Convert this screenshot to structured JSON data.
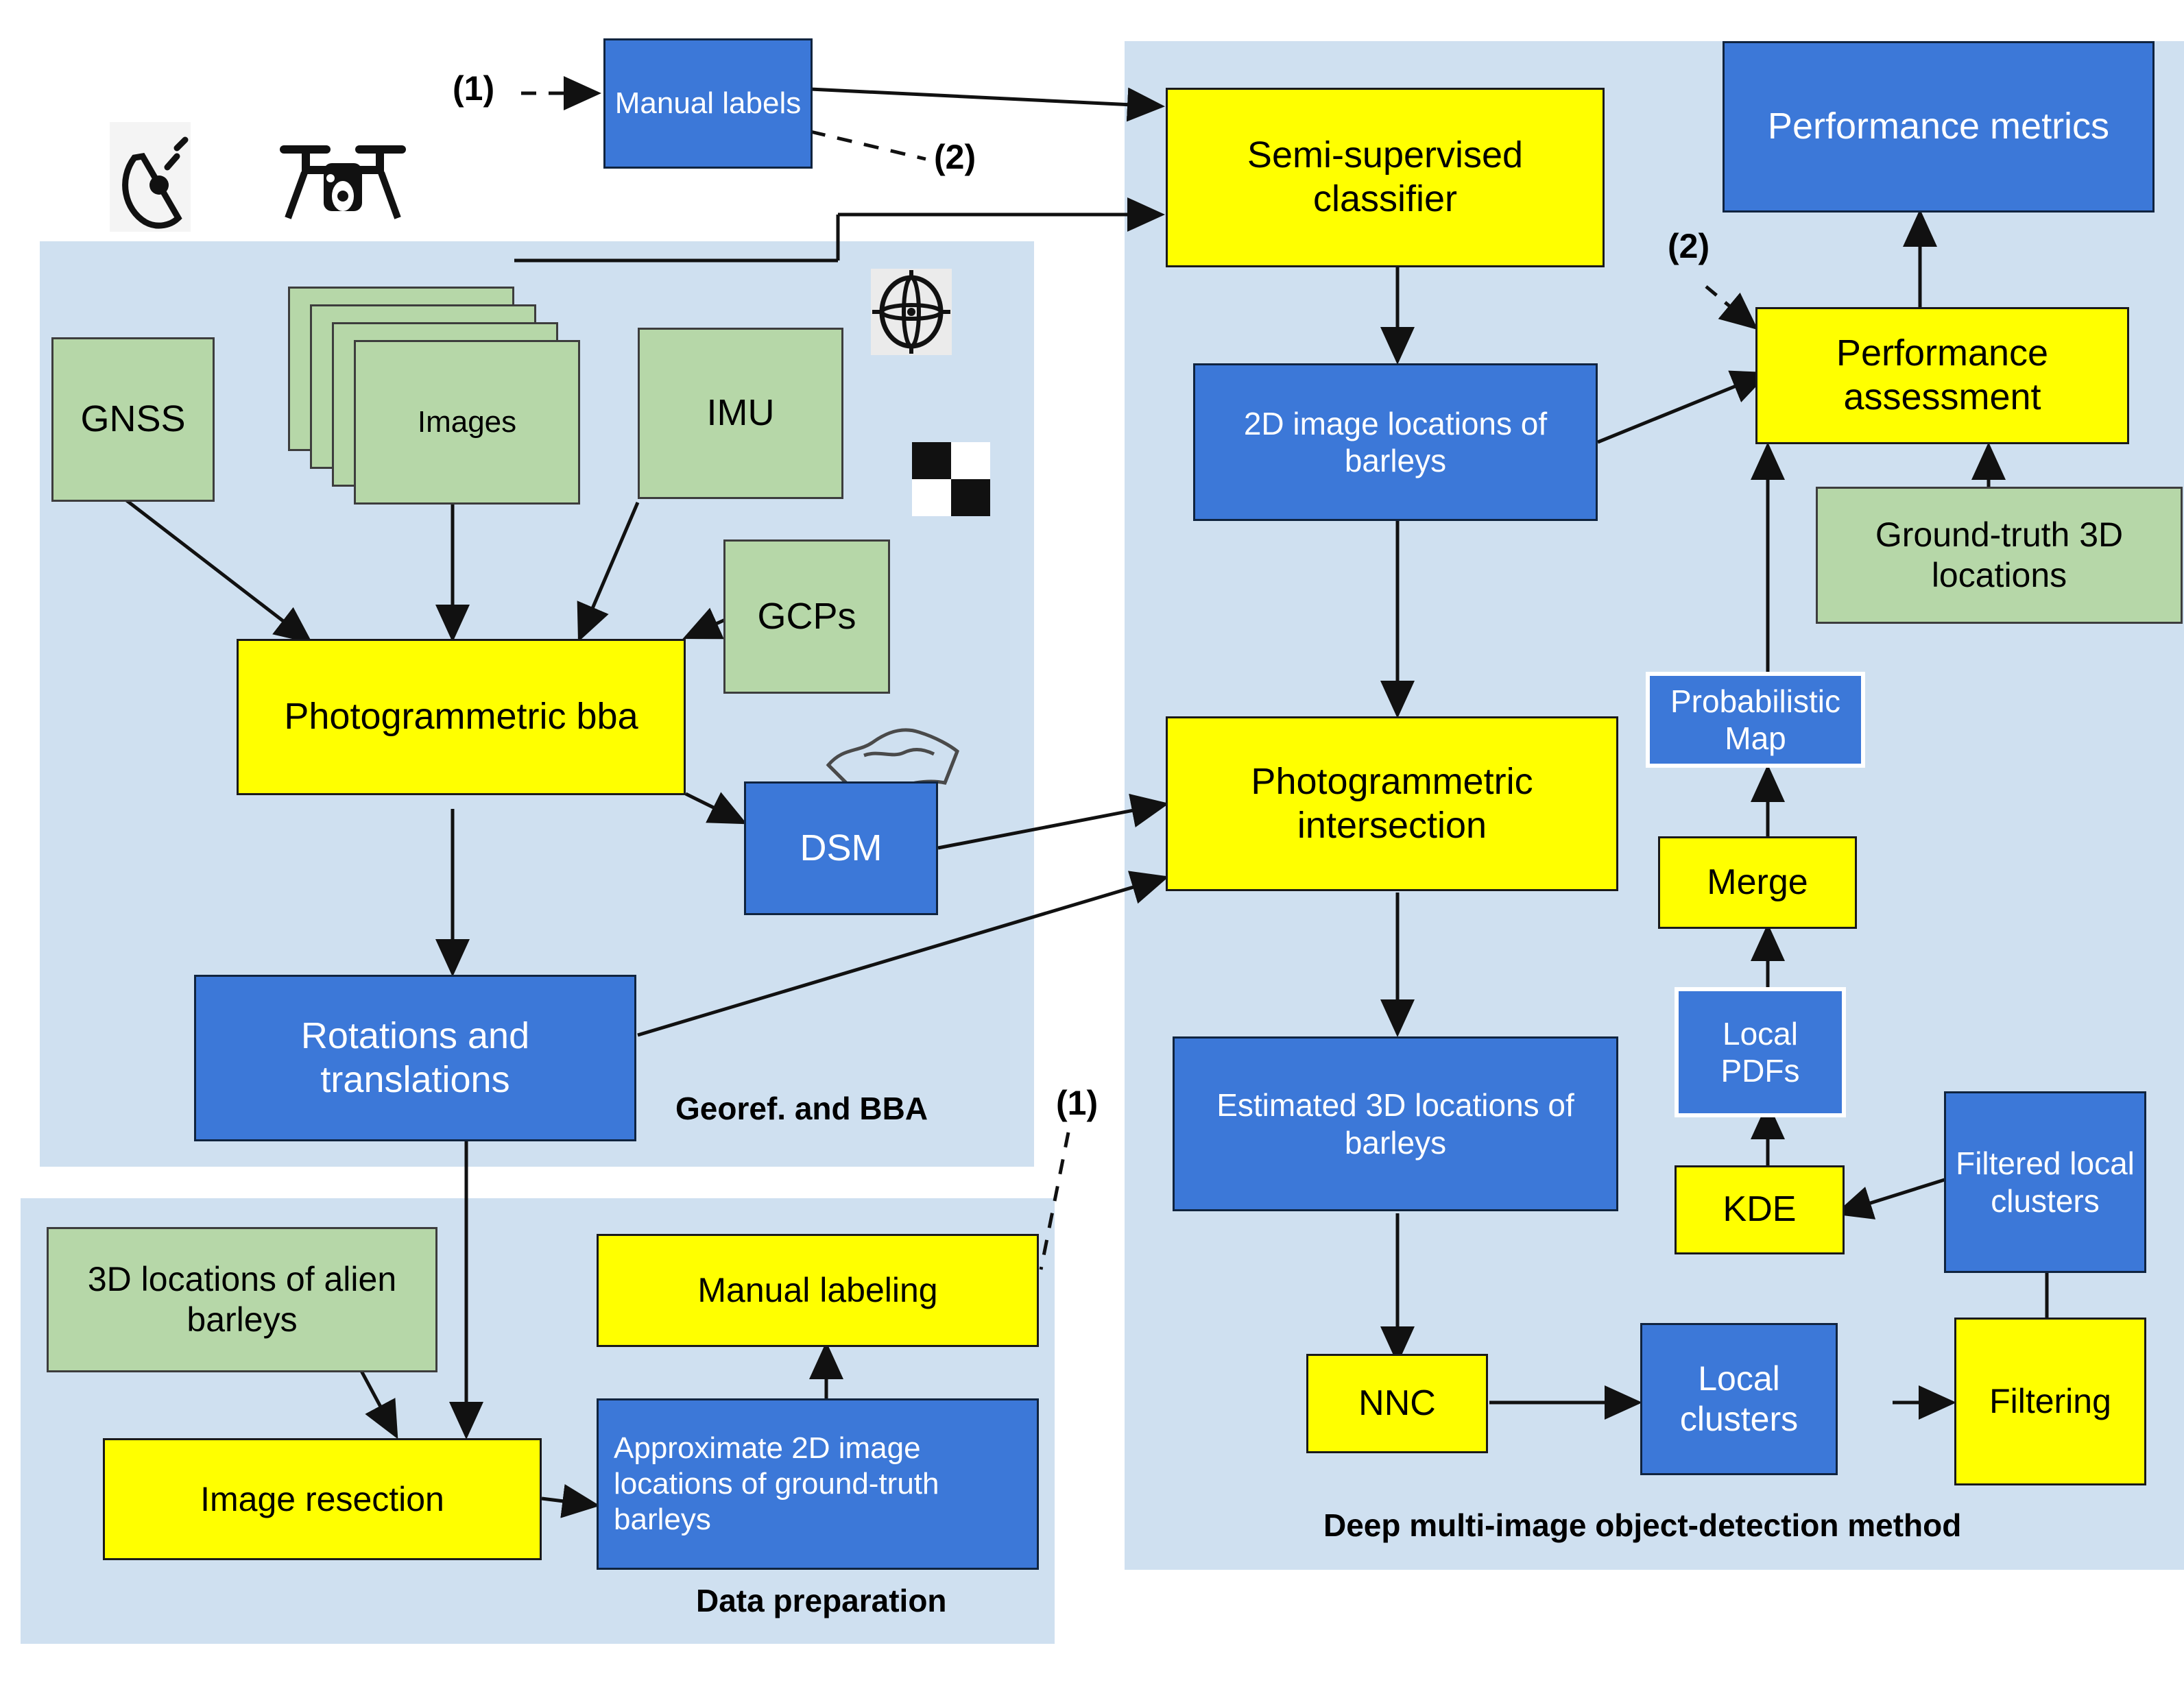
{
  "panels": [
    {
      "name": "georef-panel",
      "label": "Georef. and BBA"
    },
    {
      "name": "data-prep-panel",
      "label": "Data preparation"
    },
    {
      "name": "deep-method-panel",
      "label": "Deep multi-image object-detection method"
    }
  ],
  "labels": {
    "georef": "Georef. and BBA",
    "data_prep": "Data preparation",
    "deep_method": "Deep multi-image object-detection method"
  },
  "annotations": {
    "a1": "(1)",
    "a2": "(2)",
    "a3": "(2)",
    "a4": "(1)"
  },
  "nodes": {
    "manual_labels": "Manual labels",
    "gnss": "GNSS",
    "images": "Images",
    "imu": "IMU",
    "gcps": "GCPs",
    "photogrammetric_bba": "Photogrammetric bba",
    "dsm": "DSM",
    "rotations_translations": "Rotations and translations",
    "locations_alien_barleys": "3D locations of alien barleys",
    "image_resection": "Image resection",
    "manual_labeling": "Manual labeling",
    "approx_2d_locations": "Approximate 2D image locations of ground-truth barleys",
    "semi_supervised_classifier": "Semi-supervised classifier",
    "image_locations_2d": "2D image locations of barleys",
    "photogrammetric_intersection": "Photogrammetric intersection",
    "estimated_3d_locations": "Estimated 3D locations of barleys",
    "nnc": "NNC",
    "local_clusters": "Local clusters",
    "filtering": "Filtering",
    "filtered_local_clusters": "Filtered local clusters",
    "kde": "KDE",
    "local_pdfs": "Local PDFs",
    "merge": "Merge",
    "probabilistic_map": "Probabilistic Map",
    "ground_truth_3d": "Ground-truth 3D locations",
    "performance_assessment": "Performance assessment",
    "performance_metrics": "Performance metrics"
  },
  "icons": {
    "satellite": "satellite-dish-icon",
    "drone": "drone-icon",
    "gyroscope": "gyroscope-icon",
    "checkerboard": "gcp-checkerboard-icon",
    "terrain": "terrain-surface-icon"
  },
  "colors": {
    "panel": "#cfe0f0",
    "yellow": "#ffff00",
    "blue": "#3c78d8",
    "green": "#b6d7a8",
    "stroke": "#1a1a1a"
  }
}
